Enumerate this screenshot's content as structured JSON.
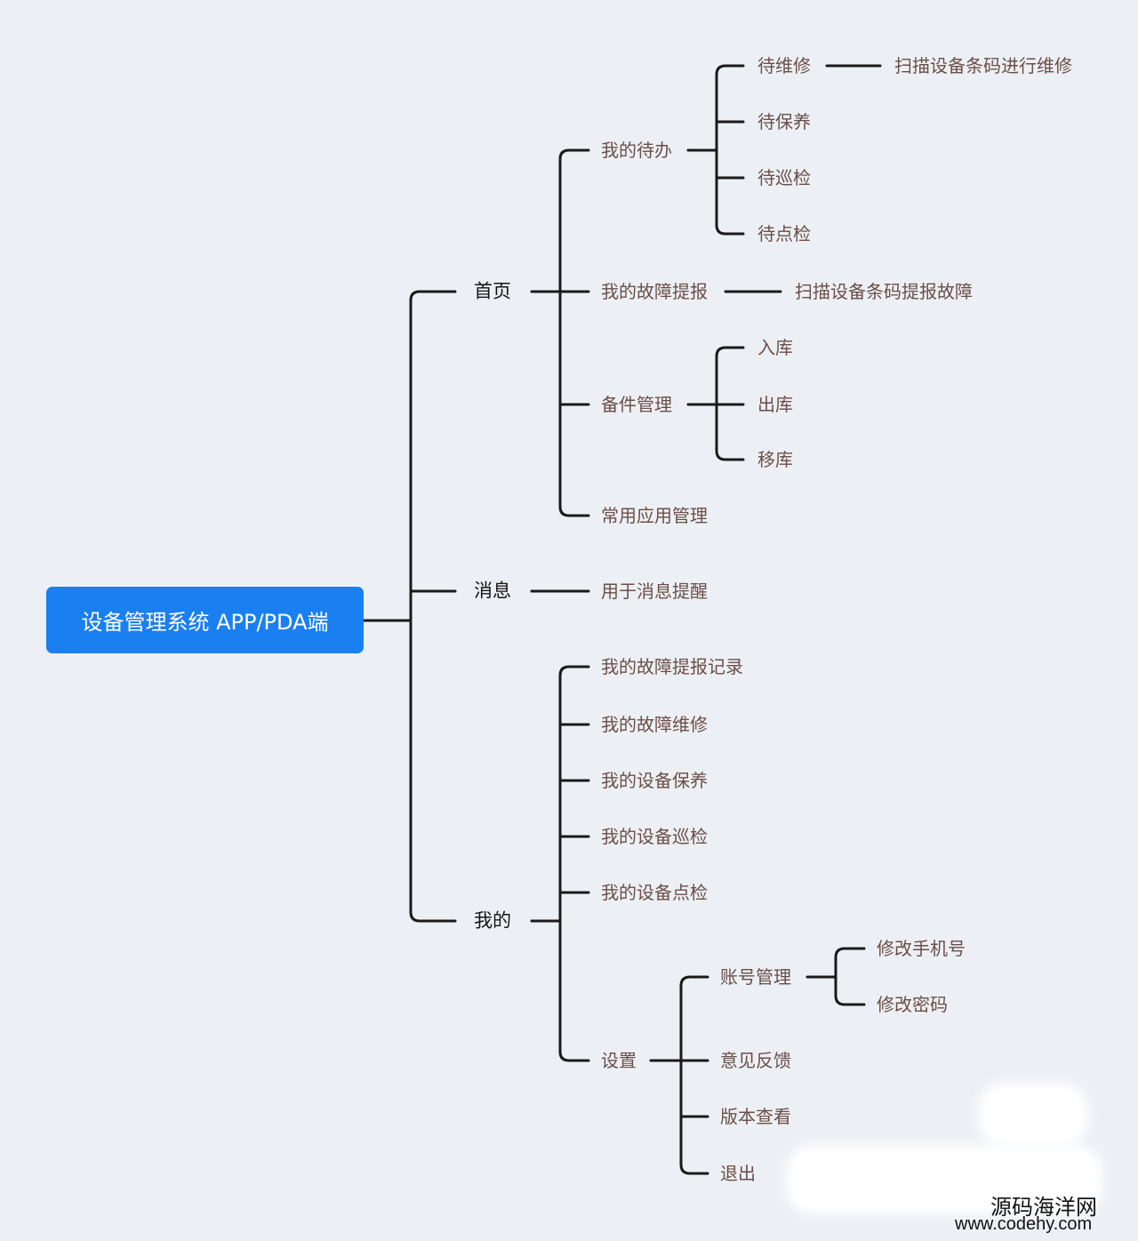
{
  "root": {
    "label": "设备管理系统 APP/PDA端"
  },
  "branches": {
    "home": {
      "label": "首页",
      "todo": {
        "label": "我的待办",
        "repair": {
          "label": "待维修",
          "detail": "扫描设备条码进行维修"
        },
        "maintain": {
          "label": "待保养"
        },
        "patrol": {
          "label": "待巡检"
        },
        "spot": {
          "label": "待点检"
        }
      },
      "fault_report": {
        "label": "我的故障提报",
        "detail": "扫描设备条码提报故障"
      },
      "spare_parts": {
        "label": "备件管理",
        "inbound": {
          "label": "入库"
        },
        "outbound": {
          "label": "出库"
        },
        "transfer": {
          "label": "移库"
        }
      },
      "common_apps": {
        "label": "常用应用管理"
      }
    },
    "messages": {
      "label": "消息",
      "detail": "用于消息提醒"
    },
    "mine": {
      "label": "我的",
      "fault_records": {
        "label": "我的故障提报记录"
      },
      "fault_repairs": {
        "label": "我的故障维修"
      },
      "device_maintenance": {
        "label": "我的设备保养"
      },
      "device_patrol": {
        "label": "我的设备巡检"
      },
      "device_spot_check": {
        "label": "我的设备点检"
      },
      "settings": {
        "label": "设置",
        "account": {
          "label": "账号管理",
          "change_phone": {
            "label": "修改手机号"
          },
          "change_password": {
            "label": "修改密码"
          }
        },
        "feedback": {
          "label": "意见反馈"
        },
        "version": {
          "label": "版本查看"
        },
        "logout": {
          "label": "退出"
        }
      }
    }
  },
  "watermark": {
    "line1": "源码海洋网",
    "line2": "www.codehy.com"
  },
  "colors": {
    "root_fill": "#1a7ff1",
    "line": "#1a1a1a",
    "leaf_text": "#6b4e49",
    "background": "#ecf0f4"
  }
}
